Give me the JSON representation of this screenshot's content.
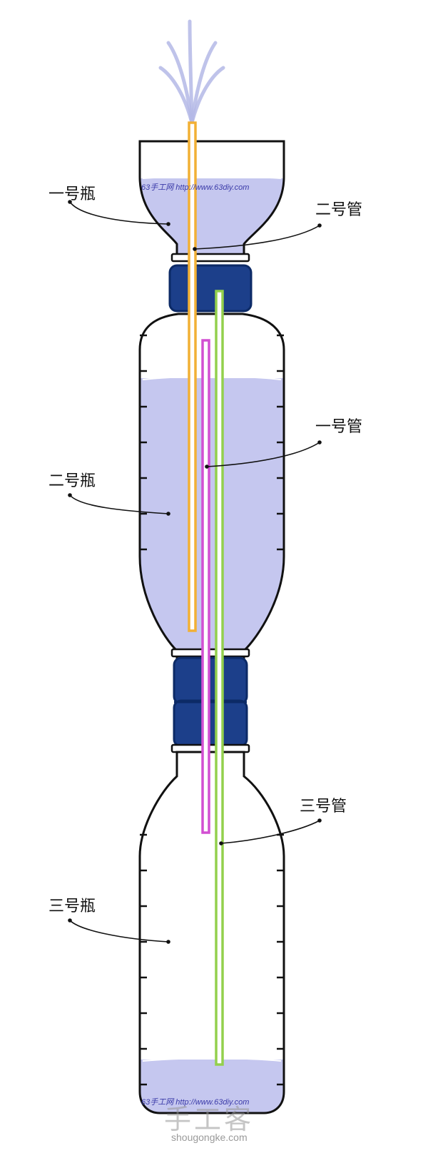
{
  "colors": {
    "water": "#c5c7ef",
    "outline": "#111111",
    "cap": "#1c3f8a",
    "tube1": "#d24fd2",
    "tube2": "#f2b035",
    "tube3": "#93d04d",
    "fountain": "#b4b9e6"
  },
  "labels": {
    "bottle1": "一号瓶",
    "bottle2": "二号瓶",
    "bottle3": "三号瓶",
    "tube1": "一号管",
    "tube2": "二号管",
    "tube3": "三号管"
  },
  "watermarks": {
    "top": "63手工网  http://www.63diy.com",
    "bottom": "63手工网  http://www.63diy.com",
    "site_logo": "手工客",
    "site_url": "shougongke.com"
  }
}
